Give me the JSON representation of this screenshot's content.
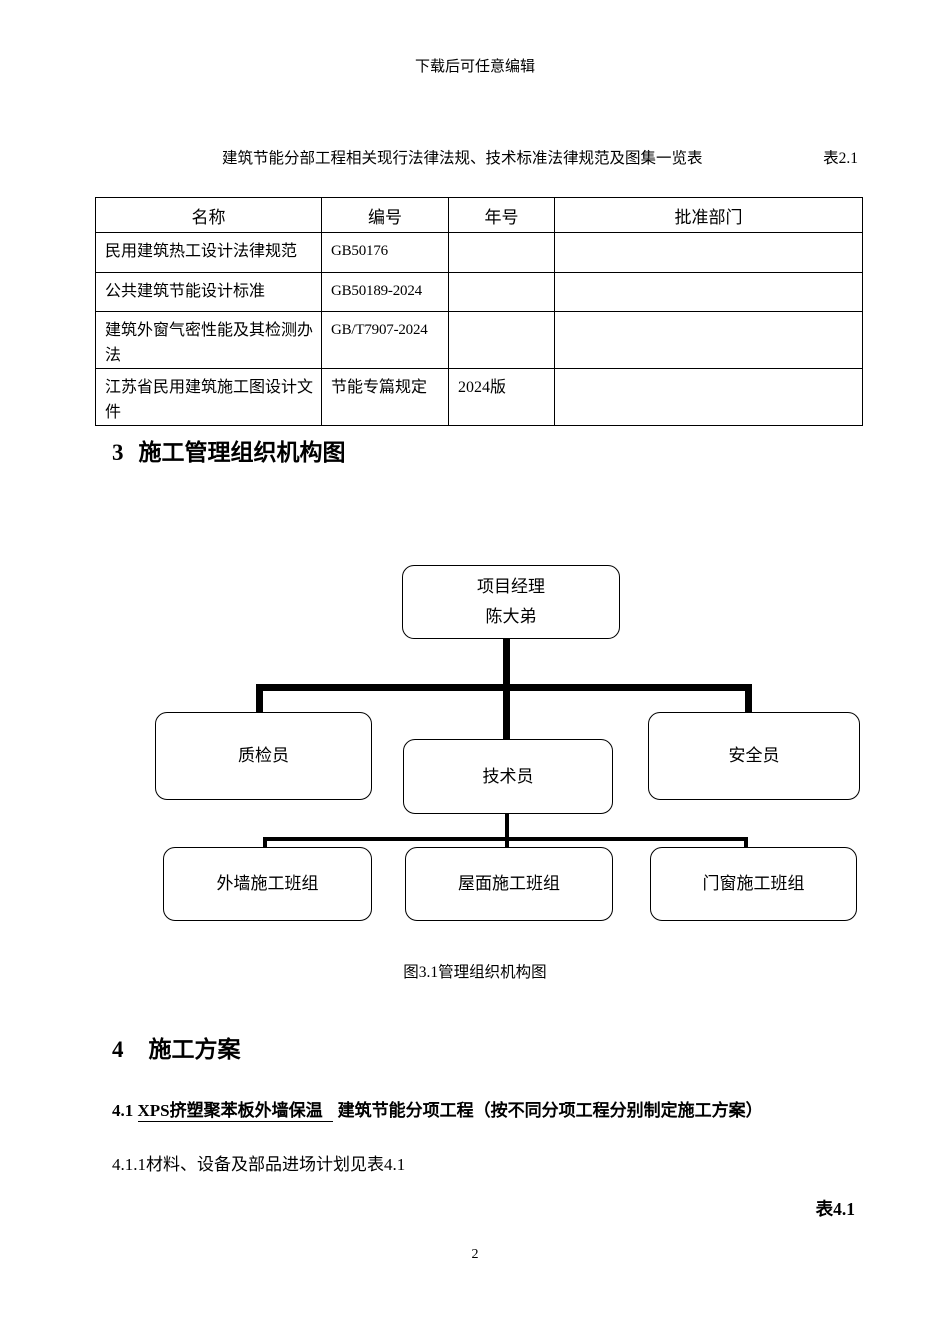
{
  "page": {
    "header_note": "下载后可任意编辑",
    "page_number": "2"
  },
  "table_section": {
    "title": "建筑节能分部工程相关现行法律法规、技术标准法律规范及图集一览表",
    "label": "表2.1",
    "headers": [
      "名称",
      "编号",
      "年号",
      "批准部门"
    ],
    "rows": [
      [
        "民用建筑热工设计法律规范",
        "GB50176",
        "",
        ""
      ],
      [
        "公共建筑节能设计标准",
        "GB50189-2024",
        "",
        ""
      ],
      [
        "建筑外窗气密性能及其检测办法",
        "GB/T7907-2024",
        "",
        ""
      ],
      [
        "江苏省民用建筑施工图设计文件",
        "节能专篇规定",
        "2024版",
        ""
      ]
    ]
  },
  "section3": {
    "number": "3",
    "title": "施工管理组织机构图",
    "org_chart": {
      "project_manager_role": "项目经理",
      "project_manager_name": "陈大弟",
      "quality_inspector": "质检员",
      "technician": "技术员",
      "safety_officer": "安全员",
      "wall_team": "外墙施工班组",
      "roof_team": "屋面施工班组",
      "window_team": "门窗施工班组"
    },
    "caption": "图3.1管理组织机构图"
  },
  "section4": {
    "number": "4",
    "title": "施工方案",
    "sub_number": "4.1",
    "sub_underlined": "XPS挤塑聚苯板外墙保温",
    "sub_rest": "建筑节能分项工程（按不同分项工程分别制定施工方案）",
    "para": "4.1.1材料、设备及部品进场计划见表4.1",
    "table_label": "表4.1"
  }
}
